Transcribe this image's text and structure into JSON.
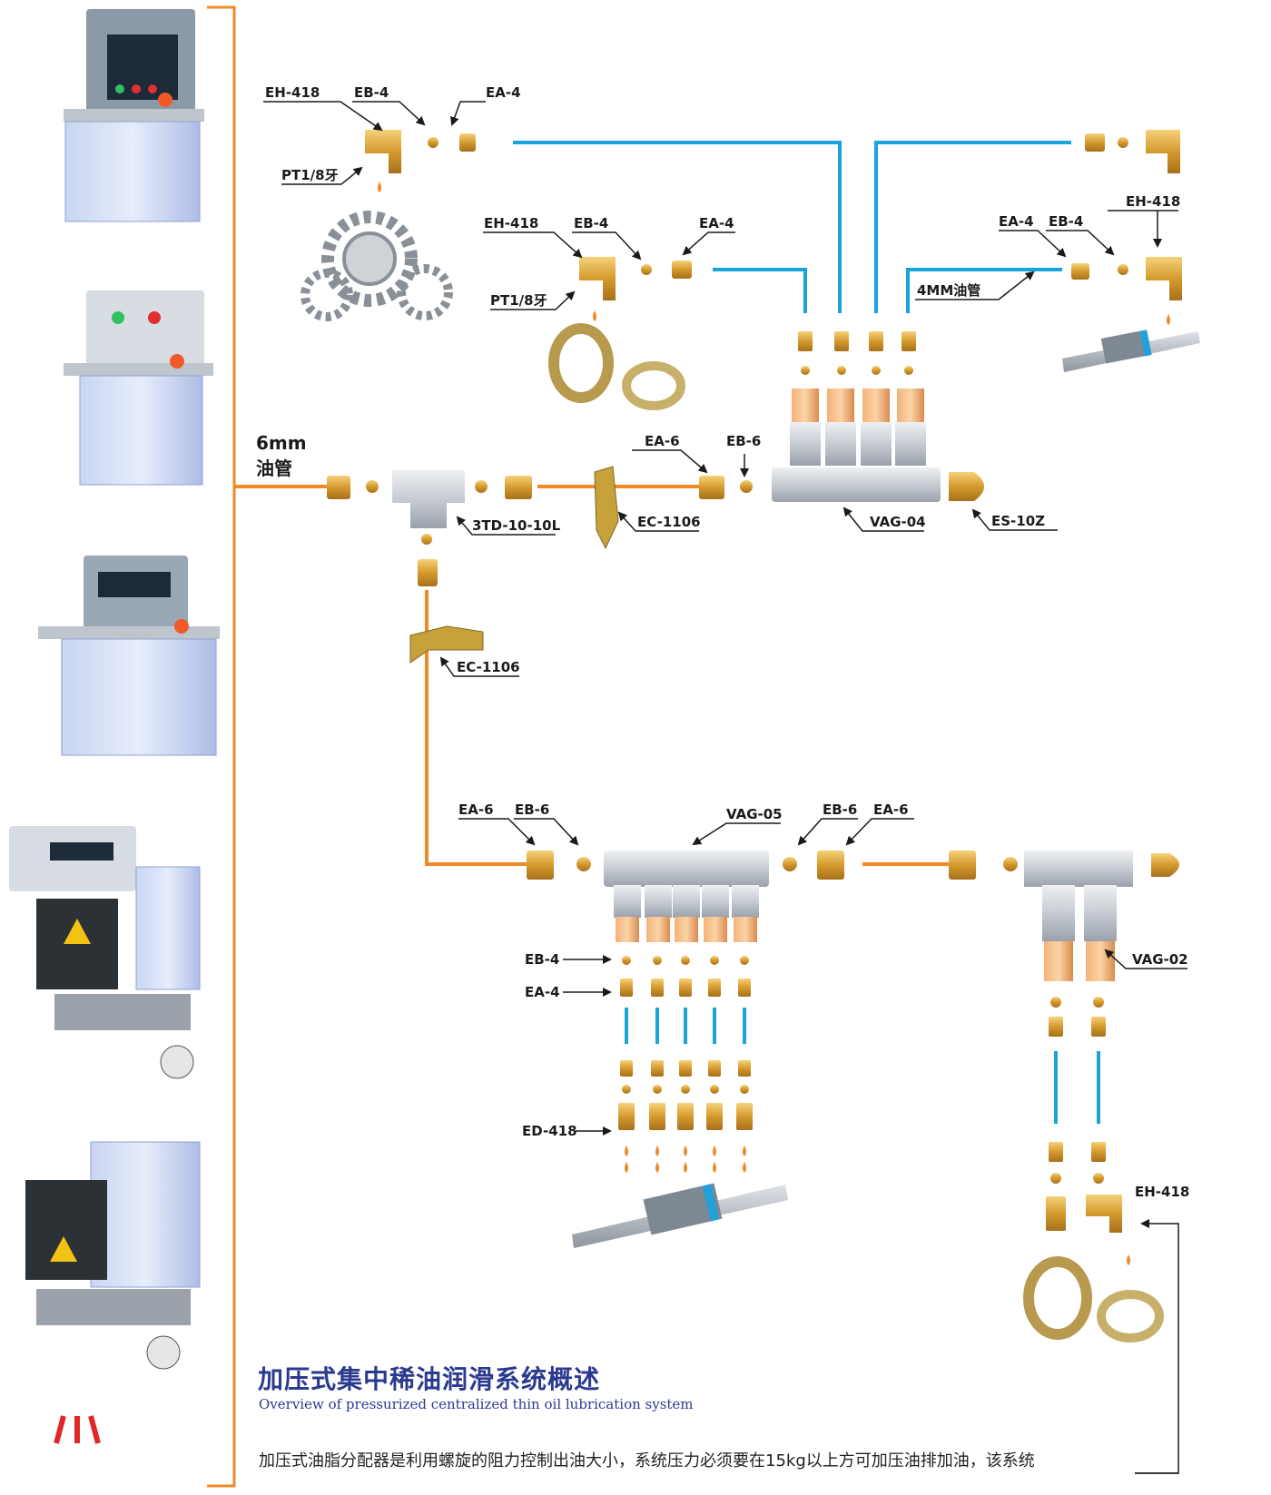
{
  "labels": {
    "eh418_top": "EH-418",
    "eb4_top": "EB-4",
    "ea4_top": "EA-4",
    "pt18_top": "PT1/8牙",
    "eh418_mid": "EH-418",
    "eb4_mid": "EB-4",
    "ea4_mid": "EA-4",
    "pt18_mid": "PT1/8牙",
    "eh418_right": "EH-418",
    "ea4_right": "EA-4",
    "eb4_right": "EB-4",
    "tube4mm": "4MM油管",
    "tube6mm_line1": "6mm",
    "tube6mm_line2": "油管",
    "td3": "3TD-10-10L",
    "ec1106_a": "EC-1106",
    "ec1106_b": "EC-1106",
    "ea6_top": "EA-6",
    "eb6_top": "EB-6",
    "vag04": "VAG-04",
    "es10z": "ES-10Z",
    "ea6_l": "EA-6",
    "eb6_l": "EB-6",
    "vag05": "VAG-05",
    "eb6_r": "EB-6",
    "ea6_r": "EA-6",
    "eb4_low": "EB-4",
    "ea4_low": "EA-4",
    "ed418": "ED-418",
    "vag02": "VAG-02",
    "eh418_low": "EH-418"
  },
  "title": "加压式集中稀油润滑系统概述",
  "subtitle": "Overview of pressurized centralized thin oil lubrication system",
  "body": "加压式油脂分配器是利用螺旋的阻力控制出油大小，系统压力必须要在15kg以上方可加压油排加油，该系统",
  "colors": {
    "orange_line": "#f08a24",
    "blue_line": "#1aa3dc",
    "brass": "#d9a13a",
    "title_blue": "#2b3a8f"
  }
}
